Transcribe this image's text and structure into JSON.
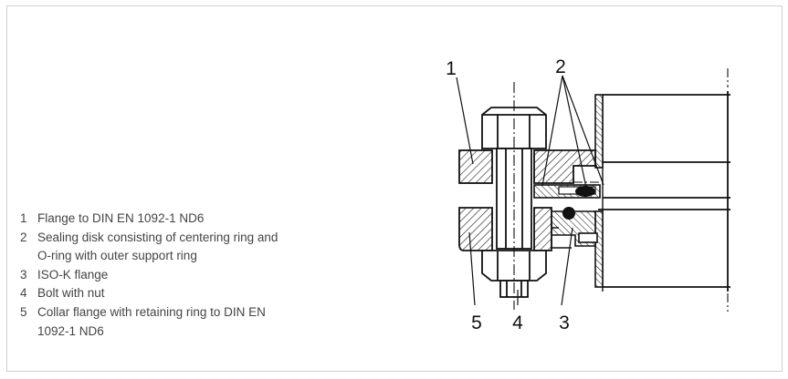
{
  "legend": [
    {
      "num": "1",
      "text": "Flange to DIN EN 1092-1 ND6"
    },
    {
      "num": "2",
      "text": "Sealing disk consisting of centering ring and O-ring with outer support ring"
    },
    {
      "num": "3",
      "text": "ISO-K flange"
    },
    {
      "num": "4",
      "text": "Bolt with nut"
    },
    {
      "num": "5",
      "text": "Collar flange with retaining ring to DIN EN 1092-1 ND6"
    }
  ],
  "callouts": {
    "c1": "1",
    "c2": "2",
    "c3": "3",
    "c4": "4",
    "c5": "5"
  }
}
